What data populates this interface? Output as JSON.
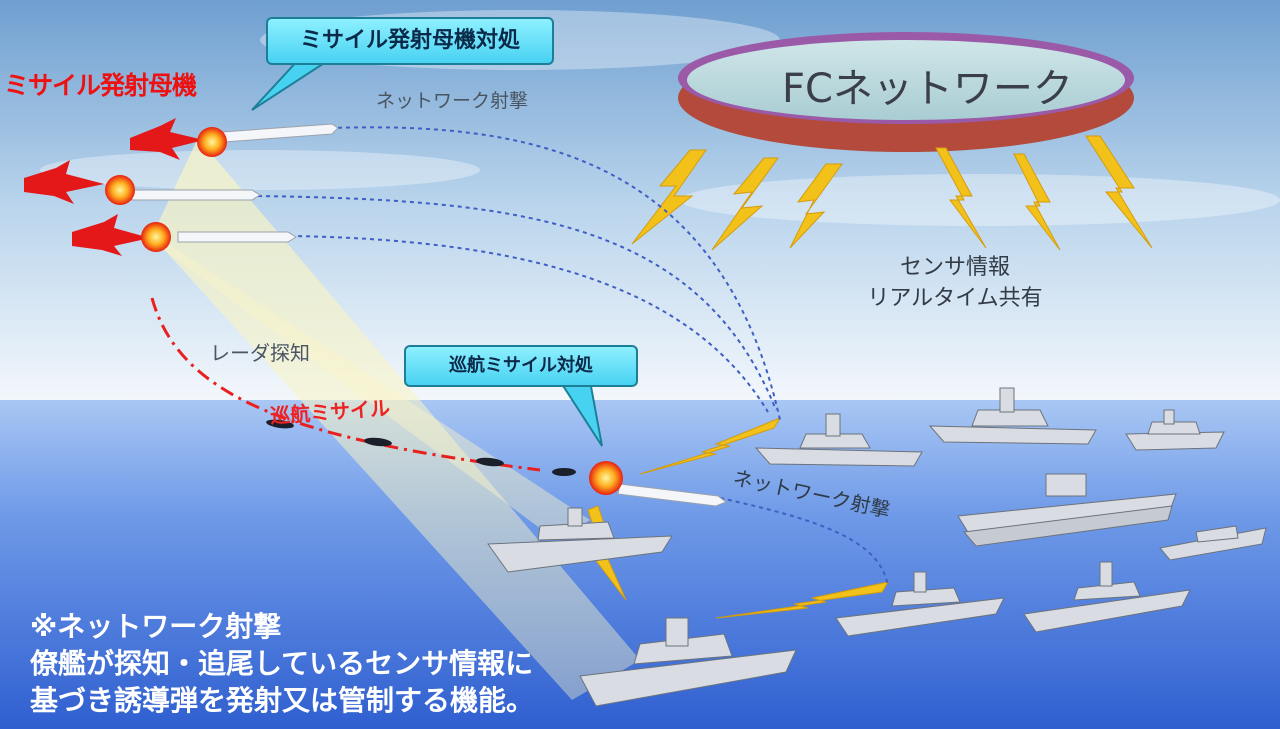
{
  "labels": {
    "launcher": "ミサイル発射母機",
    "launcher_response": "ミサイル発射母機対処",
    "network_fire_top": "ネットワーク射撃",
    "fc_network": "FCネットワーク",
    "sensor_share_line1": "センサ情報",
    "sensor_share_line2": "リアルタイム共有",
    "radar_detection": "レーダ探知",
    "cruise_missile_response": "巡航ミサイル対処",
    "cruise_missile": "巡航ミサイル",
    "network_fire_bottom": "ネットワーク射撃"
  },
  "note": {
    "line1": "※ネットワーク射撃",
    "line2": "僚艦が探知・追尾しているセンサ情報に",
    "line3": "基づき誘導弾を発射又は管制する機能。"
  },
  "colors": {
    "sky_top": "#6f9fd0",
    "sea": "#3f72d8",
    "accent_red": "#ee1111",
    "callout_cyan": "#5fe0f8",
    "lightning_yellow": "#f2c21a",
    "network_dotted": "#3f5fc4"
  }
}
